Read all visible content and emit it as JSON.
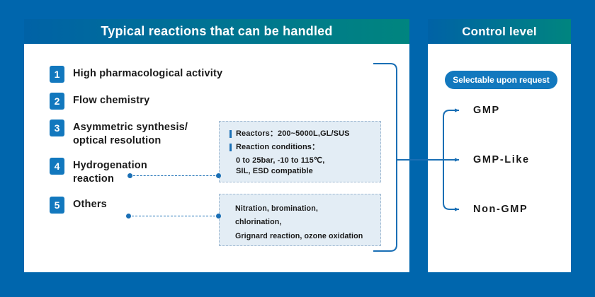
{
  "theme": {
    "background": "#0066AD",
    "header_gradient_start": "#0062A6",
    "header_gradient_end": "#00857F",
    "badge_blue": "#1278BE",
    "line_blue": "#1a6fb5",
    "info_box_fill": "#E3EDF5",
    "info_box_border": "#9FB9D2",
    "panel_white": "#FFFFFF",
    "text_dark": "#1A1A1A"
  },
  "left_panel": {
    "title": "Typical reactions that can be handled",
    "items": [
      {
        "number": "1",
        "label": "High pharmacological activity"
      },
      {
        "number": "2",
        "label": "Flow chemistry"
      },
      {
        "number": "3",
        "label": "Asymmetric synthesis/\noptical resolution"
      },
      {
        "number": "4",
        "label": "Hydrogenation\nreaction"
      },
      {
        "number": "5",
        "label": "Others"
      }
    ],
    "info_boxes": {
      "conditions": {
        "reactors_line": "Reactors：200~5000L,GL/SUS",
        "conditions_line": "Reaction conditions：",
        "conditions_detail": "0 to 25bar, -10 to 115℃,\nSIL, ESD compatible"
      },
      "others": {
        "lines": [
          "Nitration, bromination,",
          "chlorination,",
          "Grignard reaction, ozone oxidation"
        ]
      }
    }
  },
  "right_panel": {
    "title": "Control level",
    "pill_label": "Selectable upon request",
    "levels": [
      {
        "label": "GMP"
      },
      {
        "label": "GMP-Like"
      },
      {
        "label": "Non-GMP"
      }
    ]
  }
}
